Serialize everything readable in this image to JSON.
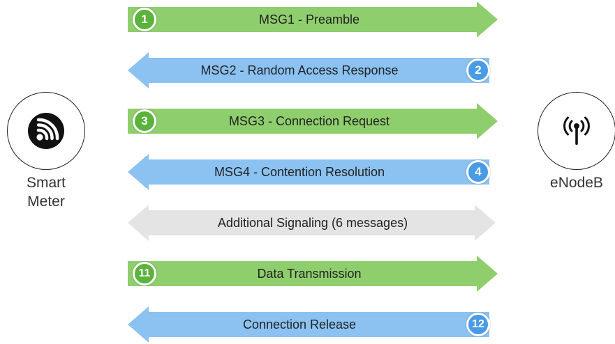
{
  "colors": {
    "uplink_fill": "#8fce6d",
    "uplink_badge": "#5ab33a",
    "downlink_fill": "#8bc2f2",
    "downlink_badge": "#4a9be6",
    "signaling_fill": "#e4e4e4"
  },
  "endpoints": {
    "left": {
      "label": "Smart\nMeter",
      "icon": "smart-meter-signal-icon"
    },
    "right": {
      "label": "eNodeB",
      "icon": "antenna-tower-icon"
    }
  },
  "messages": [
    {
      "badge": "1",
      "label": "MSG1 - Preamble",
      "direction": "right",
      "kind": "uplink"
    },
    {
      "badge": "2",
      "label": "MSG2 - Random Access Response",
      "direction": "left",
      "kind": "downlink"
    },
    {
      "badge": "3",
      "label": "MSG3 - Connection Request",
      "direction": "right",
      "kind": "uplink"
    },
    {
      "badge": "4",
      "label": "MSG4 - Contention Resolution",
      "direction": "left",
      "kind": "downlink"
    },
    {
      "badge": "",
      "label": "Additional Signaling (6 messages)",
      "direction": "both",
      "kind": "signaling"
    },
    {
      "badge": "11",
      "label": "Data Transmission",
      "direction": "right",
      "kind": "uplink"
    },
    {
      "badge": "12",
      "label": "Connection Release",
      "direction": "left",
      "kind": "downlink"
    }
  ]
}
